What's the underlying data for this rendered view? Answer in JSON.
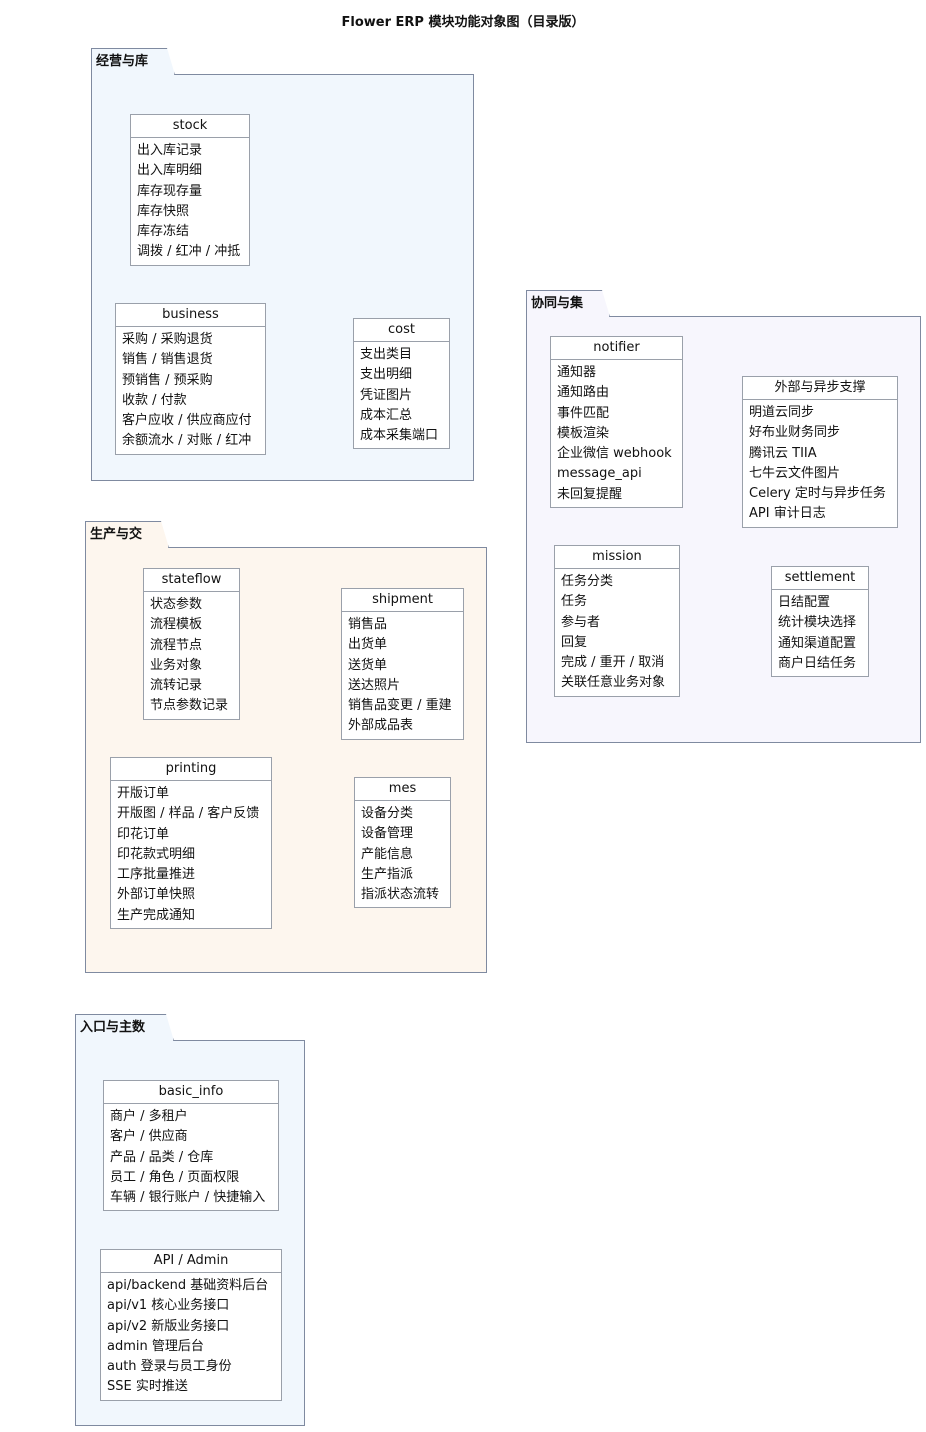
{
  "title": "Flower ERP 模块功能对象图（目录版）",
  "colors": {
    "blue_pkg": "#f1f7fd",
    "cream_pkg": "#fdf6ee",
    "lavender_pkg": "#f7f6fd",
    "border": "#7f8aa0"
  },
  "packages": [
    {
      "name": "经营与库存",
      "classes": [
        {
          "name": "stock",
          "items": [
            "出入库记录",
            "出入库明细",
            "库存现存量",
            "库存快照",
            "库存冻结",
            "调拨 / 红冲 / 冲抵"
          ]
        },
        {
          "name": "business",
          "items": [
            "采购 / 采购退货",
            "销售 / 销售退货",
            "预销售 / 预采购",
            "收款 / 付款",
            "客户应收 / 供应商应付",
            "余额流水 / 对账 / 红冲"
          ]
        },
        {
          "name": "cost",
          "items": [
            "支出类目",
            "支出明细",
            "凭证图片",
            "成本汇总",
            "成本采集端口"
          ]
        }
      ]
    },
    {
      "name": "协同与集成",
      "classes": [
        {
          "name": "notifier",
          "items": [
            "通知器",
            "通知路由",
            "事件匹配",
            "模板渲染",
            "企业微信 webhook",
            "message_api",
            "未回复提醒"
          ]
        },
        {
          "name": "外部与异步支撑",
          "items": [
            "明道云同步",
            "好布业财务同步",
            "腾讯云 TIIA",
            "七牛云文件图片",
            "Celery 定时与异步任务",
            "API 审计日志"
          ]
        },
        {
          "name": "mission",
          "items": [
            "任务分类",
            "任务",
            "参与者",
            "回复",
            "完成 / 重开 / 取消",
            "关联任意业务对象"
          ]
        },
        {
          "name": "settlement",
          "items": [
            "日结配置",
            "统计模块选择",
            "通知渠道配置",
            "商户日结任务"
          ]
        }
      ]
    },
    {
      "name": "生产与交付",
      "classes": [
        {
          "name": "stateflow",
          "items": [
            "状态参数",
            "流程模板",
            "流程节点",
            "业务对象",
            "流转记录",
            "节点参数记录"
          ]
        },
        {
          "name": "shipment",
          "items": [
            "销售品",
            "出货单",
            "送货单",
            "送达照片",
            "销售品变更 / 重建",
            "外部成品表"
          ]
        },
        {
          "name": "printing",
          "items": [
            "开版订单",
            "开版图 / 样品 / 客户反馈",
            "印花订单",
            "印花款式明细",
            "工序批量推进",
            "外部订单快照",
            "生产完成通知"
          ]
        },
        {
          "name": "mes",
          "items": [
            "设备分类",
            "设备管理",
            "产能信息",
            "生产指派",
            "指派状态流转"
          ]
        }
      ]
    },
    {
      "name": "入口与主数据",
      "classes": [
        {
          "name": "basic_info",
          "items": [
            "商户 / 多租户",
            "客户 / 供应商",
            "产品 / 品类 / 仓库",
            "员工 / 角色 / 页面权限",
            "车辆 / 银行账户 / 快捷输入"
          ]
        },
        {
          "name": "API / Admin",
          "items": [
            "api/backend 基础资料后台",
            "api/v1 核心业务接口",
            "api/v2 新版业务接口",
            "admin 管理后台",
            "auth 登录与员工身份",
            "SSE 实时推送"
          ]
        }
      ]
    }
  ]
}
